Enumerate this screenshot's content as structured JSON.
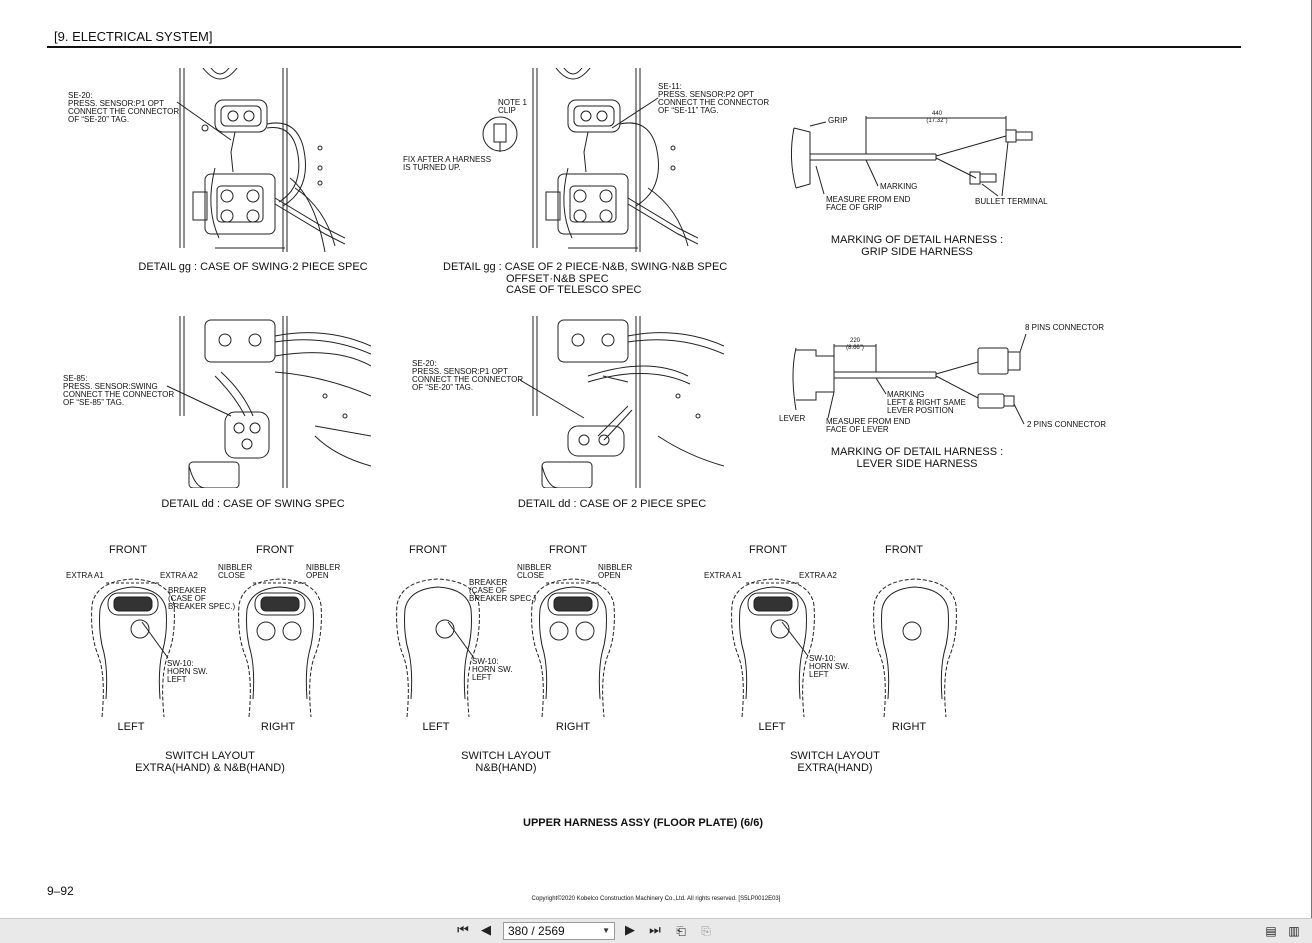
{
  "header": {
    "section": "[9.   ELECTRICAL SYSTEM]"
  },
  "details": {
    "gg_swing": {
      "caption": "DETAIL gg : CASE OF SWING·2 PIECE SPEC",
      "label": [
        "SE-20:",
        "PRESS. SENSOR:P1 OPT",
        "CONNECT THE CONNECTOR",
        "OF “SE-20” TAG."
      ]
    },
    "gg_2piece": {
      "caption": [
        "DETAIL gg : CASE OF 2 PIECE·N&B, SWING·N&B SPEC",
        "OFFSET·N&B SPEC",
        "CASE OF TELESCO SPEC"
      ],
      "label_se11": [
        "SE-11:",
        "PRESS. SENSOR:P2 OPT",
        "CONNECT THE CONNECTOR",
        "OF “SE-11” TAG."
      ],
      "note": [
        "NOTE 1",
        "CLIP"
      ],
      "fix": [
        "FIX AFTER A HARNESS",
        "IS TURNED UP."
      ]
    },
    "dd_swing": {
      "caption": "DETAIL dd : CASE OF SWING SPEC",
      "label": [
        "SE-85:",
        "PRESS. SENSOR:SWING",
        "CONNECT THE CONNECTOR",
        "OF “SE-85” TAG."
      ]
    },
    "dd_2piece": {
      "caption": "DETAIL dd : CASE OF 2 PIECE SPEC",
      "label": [
        "SE-20:",
        "PRESS. SENSOR:P1 OPT",
        "CONNECT THE CONNECTOR",
        "OF “SE-20” TAG."
      ]
    }
  },
  "grip_harness": {
    "grip": "GRIP",
    "dim": "440",
    "dim_in": "(17.32\")",
    "marking": "MARKING",
    "measure": [
      "MEASURE FROM END",
      "FACE OF GRIP"
    ],
    "bullet": "BULLET TERMINAL",
    "title": [
      "MARKING OF DETAIL HARNESS :",
      "GRIP SIDE HARNESS"
    ]
  },
  "lever_harness": {
    "pins8": "8 PINS CONNECTOR",
    "pins2": "2 PINS CONNECTOR",
    "dim": "220",
    "dim_in": "(8.66\")",
    "lever": "LEVER",
    "marking": [
      "MARKING",
      "LEFT & RIGHT SAME",
      "LEVER POSITION"
    ],
    "measure": [
      "MEASURE FROM END",
      "FACE OF LEVER"
    ],
    "title": [
      "MARKING OF DETAIL HARNESS :",
      "LEVER SIDE HARNESS"
    ]
  },
  "switch_layouts": {
    "front": "FRONT",
    "left": "LEFT",
    "right": "RIGHT",
    "extra_a1": "EXTRA A1",
    "extra_a2": "EXTRA A2",
    "nibbler_close": [
      "NIBBLER",
      "CLOSE"
    ],
    "nibbler_open": [
      "NIBBLER",
      "OPEN"
    ],
    "breaker": [
      "BREAKER",
      "(CASE OF",
      "BREAKER SPEC.)"
    ],
    "horn": [
      "SW-10:",
      "HORN SW.",
      "LEFT"
    ],
    "titles": [
      [
        "SWITCH LAYOUT",
        "EXTRA(HAND) & N&B(HAND)"
      ],
      [
        "SWITCH LAYOUT",
        "N&B(HAND)"
      ],
      [
        "SWITCH LAYOUT",
        "EXTRA(HAND)"
      ]
    ]
  },
  "footer": {
    "main_title": "UPPER HARNESS ASSY (FLOOR PLATE) (6/6)",
    "page_number": "9–92",
    "copyright": "Copyright©2020 Kobelco Construction Machinery Co.,Ltd. All rights reserved. [S5LP0012E03]"
  },
  "viewer": {
    "page_field": "380 / 2569",
    "icons": [
      "first-page-icon",
      "prev-page-icon",
      "next-page-icon",
      "last-page-icon",
      "prev-view-icon",
      "next-view-icon",
      "single-page-view-icon",
      "two-page-view-icon"
    ]
  }
}
